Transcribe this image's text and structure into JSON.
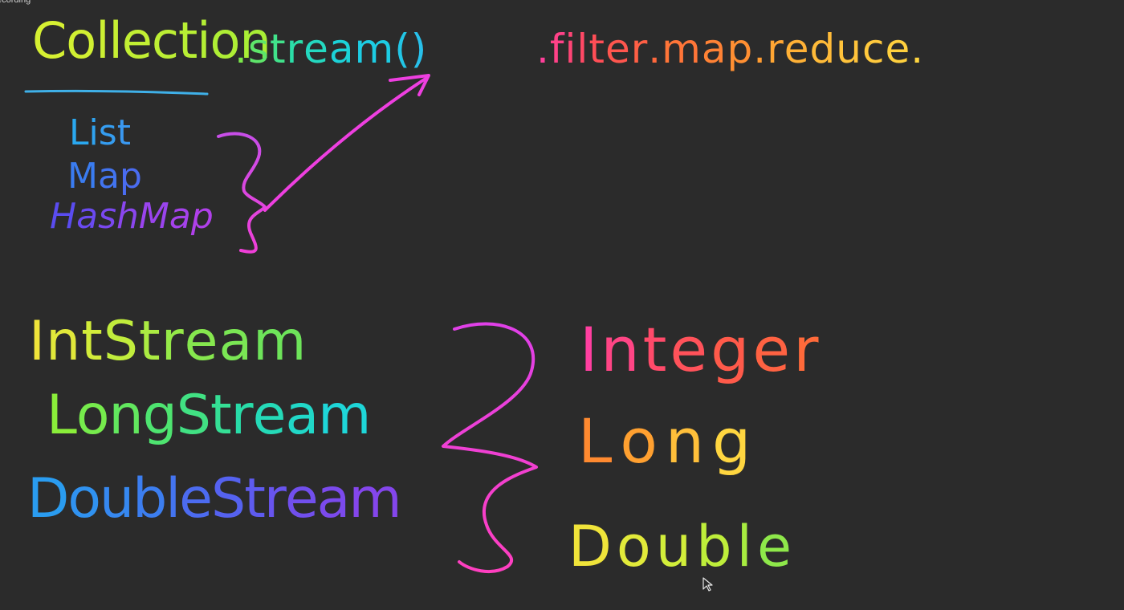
{
  "recording_label": "ecording",
  "top_line": {
    "collection": "Collection",
    "stream_call": ".stream()",
    "chain": ".filter.map.reduce."
  },
  "collection_types": [
    "List",
    "Map",
    "HashMap"
  ],
  "primitive_streams": [
    "IntStream",
    "LongStream",
    "DoubleStream"
  ],
  "wrapper_types": [
    "Integer",
    "Long",
    "Double"
  ],
  "colors": {
    "background": "#2b2b2b",
    "underline": "#3fb0e8",
    "brace": "#e93fe0",
    "arrow": "#ee3fe0"
  }
}
